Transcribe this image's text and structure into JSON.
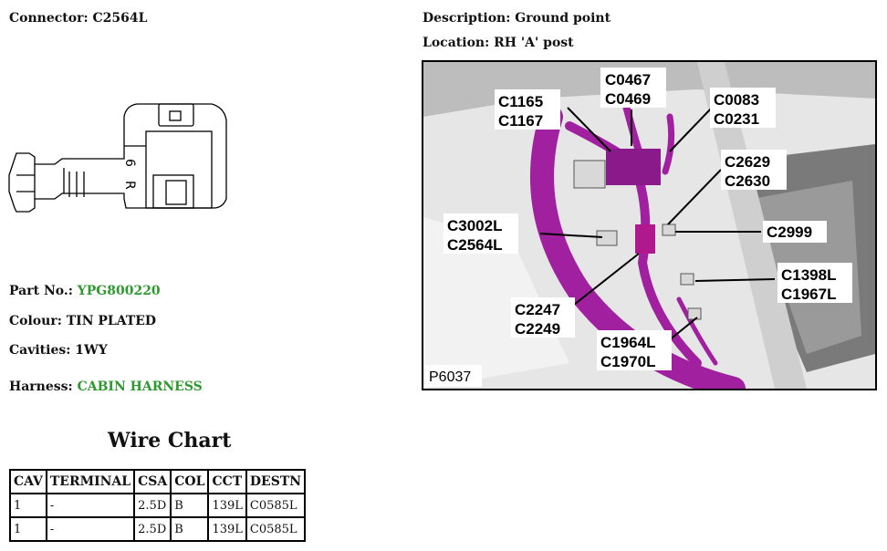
{
  "connector": {
    "label": "Connector:",
    "value": "C2564L"
  },
  "description": {
    "label": "Description:",
    "value": "Ground point"
  },
  "location": {
    "label": "Location:",
    "value": "RH 'A' post"
  },
  "part": {
    "label": "Part No.:",
    "value": "YPG800220"
  },
  "colour": {
    "label": "Colour:",
    "value": "TIN PLATED"
  },
  "cavities": {
    "label": "Cavities:",
    "value": "1WY"
  },
  "harness": {
    "label": "Harness:",
    "value": "CABIN HARNESS"
  },
  "drawing": {
    "mark_6": "6",
    "mark_r": "R"
  },
  "photo": {
    "tag": "P6037",
    "callouts": [
      {
        "lines": [
          "C0467",
          "C0469"
        ]
      },
      {
        "lines": [
          "C1165",
          "C1167"
        ]
      },
      {
        "lines": [
          "C0083",
          "C0231"
        ]
      },
      {
        "lines": [
          "C2629",
          "C2630"
        ]
      },
      {
        "lines": [
          "C3002L",
          "C2564L"
        ]
      },
      {
        "lines": [
          "C2999"
        ]
      },
      {
        "lines": [
          "C1398L",
          "C1967L"
        ]
      },
      {
        "lines": [
          "C2247",
          "C2249"
        ]
      },
      {
        "lines": [
          "C1964L",
          "C1970L"
        ]
      }
    ]
  },
  "wire_chart": {
    "title": "Wire Chart",
    "headers": [
      "CAV",
      "TERMINAL",
      "CSA",
      "COL",
      "CCT",
      "DESTN"
    ],
    "rows": [
      [
        "1",
        "-",
        "2.5D",
        "B",
        "139L",
        "C0585L"
      ],
      [
        "1",
        "-",
        "2.5D",
        "B",
        "139L",
        "C0585L"
      ]
    ]
  }
}
